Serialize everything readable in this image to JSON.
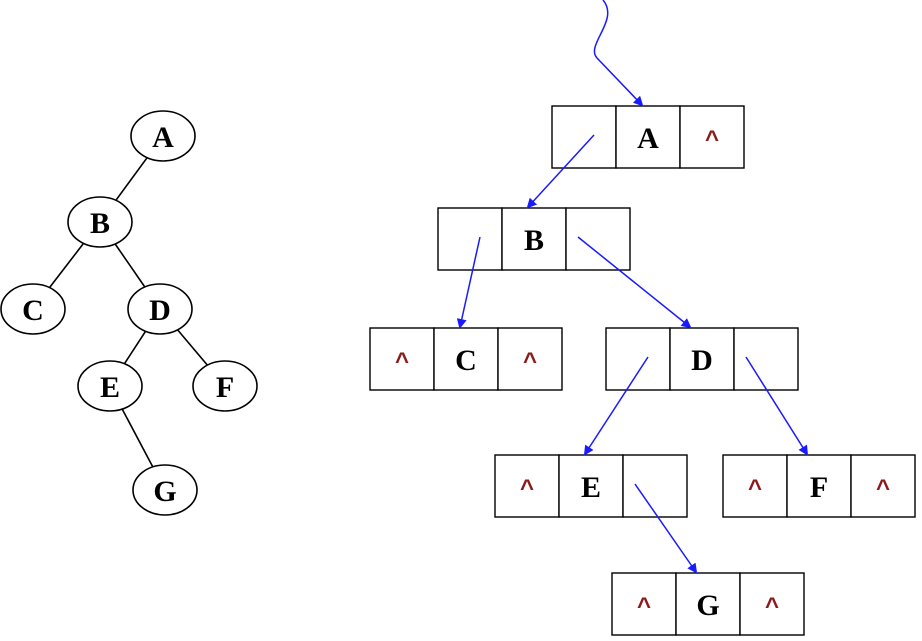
{
  "colors": {
    "pointer": "#1a1aff",
    "null_marker": "#8b1a1a",
    "outline": "#000000"
  },
  "tree": {
    "nodes": [
      {
        "id": "A",
        "label": "A"
      },
      {
        "id": "B",
        "label": "B"
      },
      {
        "id": "C",
        "label": "C"
      },
      {
        "id": "D",
        "label": "D"
      },
      {
        "id": "E",
        "label": "E"
      },
      {
        "id": "F",
        "label": "F"
      },
      {
        "id": "G",
        "label": "G"
      }
    ],
    "edges": [
      [
        "A",
        "B"
      ],
      [
        "B",
        "C"
      ],
      [
        "B",
        "D"
      ],
      [
        "D",
        "E"
      ],
      [
        "D",
        "F"
      ],
      [
        "E",
        "G"
      ]
    ]
  },
  "linked": {
    "null_symbol": "^",
    "nodes": [
      {
        "id": "A",
        "label": "A",
        "left": "",
        "right": "^"
      },
      {
        "id": "B",
        "label": "B",
        "left": "",
        "right": ""
      },
      {
        "id": "C",
        "label": "C",
        "left": "^",
        "right": "^"
      },
      {
        "id": "D",
        "label": "D",
        "left": "",
        "right": ""
      },
      {
        "id": "E",
        "label": "E",
        "left": "^",
        "right": ""
      },
      {
        "id": "F",
        "label": "F",
        "left": "^",
        "right": "^"
      },
      {
        "id": "G",
        "label": "G",
        "left": "^",
        "right": "^"
      }
    ],
    "pointers": [
      {
        "from": "root",
        "to": "A"
      },
      {
        "from": "A.left",
        "to": "B"
      },
      {
        "from": "B.left",
        "to": "C"
      },
      {
        "from": "B.right",
        "to": "D"
      },
      {
        "from": "D.left",
        "to": "E"
      },
      {
        "from": "D.right",
        "to": "F"
      },
      {
        "from": "E.right",
        "to": "G"
      }
    ]
  }
}
